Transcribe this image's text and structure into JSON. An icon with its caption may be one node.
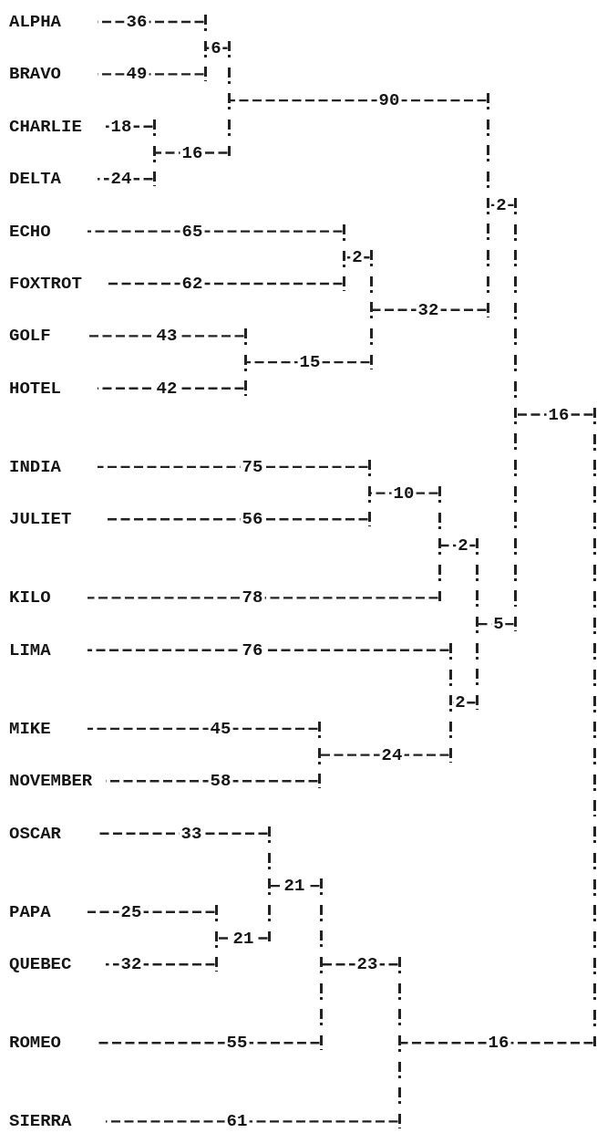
{
  "diagram": {
    "nodes": [
      {
        "text": [
          "ALPHA"
        ]
      },
      {
        "text": [
          "BRAVO"
        ]
      },
      {
        "text": [
          "CHARLIE"
        ]
      },
      {
        "text": [
          "DELTA"
        ]
      },
      {
        "text": [
          "ECHO"
        ]
      },
      {
        "text": [
          "FOXTROT"
        ]
      },
      {
        "text": [
          "GOLF"
        ]
      },
      {
        "text": [
          "HOTEL"
        ]
      },
      {
        "text": [
          "INDIA"
        ]
      },
      {
        "text": [
          "JULIET"
        ]
      },
      {
        "text": [
          "KILO"
        ]
      },
      {
        "text": [
          "LIMA"
        ]
      },
      {
        "text": [
          "MIKE"
        ]
      },
      {
        "text": [
          "NOVEMBER"
        ]
      },
      {
        "text": [
          "OSCAR"
        ]
      },
      {
        "text": [
          "PAPA"
        ]
      },
      {
        "text": [
          "QUEBEC"
        ]
      },
      {
        "text": [
          "ROMEO"
        ]
      },
      {
        "text": [
          "SIERRA"
        ]
      },
      {
        "text": [],
        "shape": "bar"
      },
      {
        "text": [],
        "shape": "bar"
      },
      {
        "text": [],
        "shape": "bar"
      },
      {
        "text": [],
        "shape": "bar"
      },
      {
        "text": [],
        "shape": "bar"
      },
      {
        "text": [],
        "shape": "bar"
      },
      {
        "text": [],
        "shape": "bar"
      },
      {
        "text": [],
        "shape": "bar"
      },
      {
        "text": [],
        "shape": "bar"
      },
      {
        "text": [],
        "shape": "bar"
      },
      {
        "text": [],
        "shape": "bar"
      },
      {
        "text": [],
        "shape": "bar"
      },
      {
        "text": [],
        "shape": "bar"
      },
      {
        "text": [],
        "shape": "bar"
      },
      {
        "text": [],
        "shape": "bar"
      },
      {
        "text": [],
        "shape": "bar"
      },
      {
        "text": [],
        "shape": "bar"
      },
      {
        "text": [],
        "shape": "bar"
      }
    ],
    "edges": [
      {
        "from": 19,
        "to": 0,
        "arrow": "none",
        "label": "36"
      },
      {
        "from": 19,
        "to": 1,
        "arrow": "none",
        "label": "49"
      },
      {
        "from": 20,
        "to": 2,
        "arrow": "none",
        "label": "18"
      },
      {
        "from": 20,
        "to": 3,
        "arrow": "none",
        "label": "24"
      },
      {
        "from": 21,
        "to": 19,
        "arrow": "none",
        "label": "6"
      },
      {
        "from": 21,
        "to": 20,
        "arrow": "none",
        "label": "16"
      },
      {
        "from": 25,
        "to": 21,
        "arrow": "none",
        "label": "90"
      },
      {
        "from": 22,
        "to": 4,
        "arrow": "none",
        "label": "65"
      },
      {
        "from": 22,
        "to": 5,
        "arrow": "none",
        "label": "62"
      },
      {
        "from": 23,
        "to": 6,
        "arrow": "none",
        "label": "43"
      },
      {
        "from": 23,
        "to": 7,
        "arrow": "none",
        "label": "42"
      },
      {
        "from": 24,
        "to": 22,
        "arrow": "none",
        "label": "2"
      },
      {
        "from": 24,
        "to": 23,
        "arrow": "none",
        "label": "15"
      },
      {
        "from": 25,
        "to": 24,
        "arrow": "none",
        "label": "32"
      },
      {
        "from": 28,
        "to": 25,
        "arrow": "none",
        "label": "2"
      },
      {
        "from": 26,
        "to": 8,
        "arrow": "none",
        "label": "75"
      },
      {
        "from": 26,
        "to": 9,
        "arrow": "none",
        "label": "56"
      },
      {
        "from": 27,
        "to": 26,
        "arrow": "none",
        "label": "10"
      },
      {
        "from": 27,
        "to": 10,
        "arrow": "none",
        "label": "78"
      },
      {
        "from": 29,
        "to": 27,
        "arrow": "none",
        "label": "2"
      },
      {
        "from": 30,
        "to": 11,
        "arrow": "none",
        "label": "76"
      },
      {
        "from": 31,
        "to": 12,
        "arrow": "none",
        "label": "45"
      },
      {
        "from": 31,
        "to": 13,
        "arrow": "none",
        "label": "58"
      },
      {
        "from": 30,
        "to": 31,
        "arrow": "none",
        "label": "24"
      },
      {
        "from": 29,
        "to": 30,
        "arrow": "none",
        "label": "2"
      },
      {
        "from": 28,
        "to": 29,
        "arrow": "none",
        "label": "5"
      },
      {
        "from": 36,
        "to": 28,
        "arrow": "none",
        "label": "16"
      },
      {
        "from": 33,
        "to": 14,
        "arrow": "none",
        "label": "33"
      },
      {
        "from": 32,
        "to": 15,
        "arrow": "none",
        "label": "25"
      },
      {
        "from": 32,
        "to": 16,
        "arrow": "none",
        "label": "32"
      },
      {
        "from": 33,
        "to": 32,
        "arrow": "none",
        "label": "21"
      },
      {
        "from": 34,
        "to": 33,
        "arrow": "none",
        "label": "21"
      },
      {
        "from": 34,
        "to": 17,
        "arrow": "none",
        "label": "55"
      },
      {
        "from": 35,
        "to": 34,
        "arrow": "none",
        "label": "23"
      },
      {
        "from": 35,
        "to": 18,
        "arrow": "none",
        "label": "61"
      },
      {
        "from": 36,
        "to": 35,
        "arrow": "none",
        "label": "16"
      }
    ]
  }
}
